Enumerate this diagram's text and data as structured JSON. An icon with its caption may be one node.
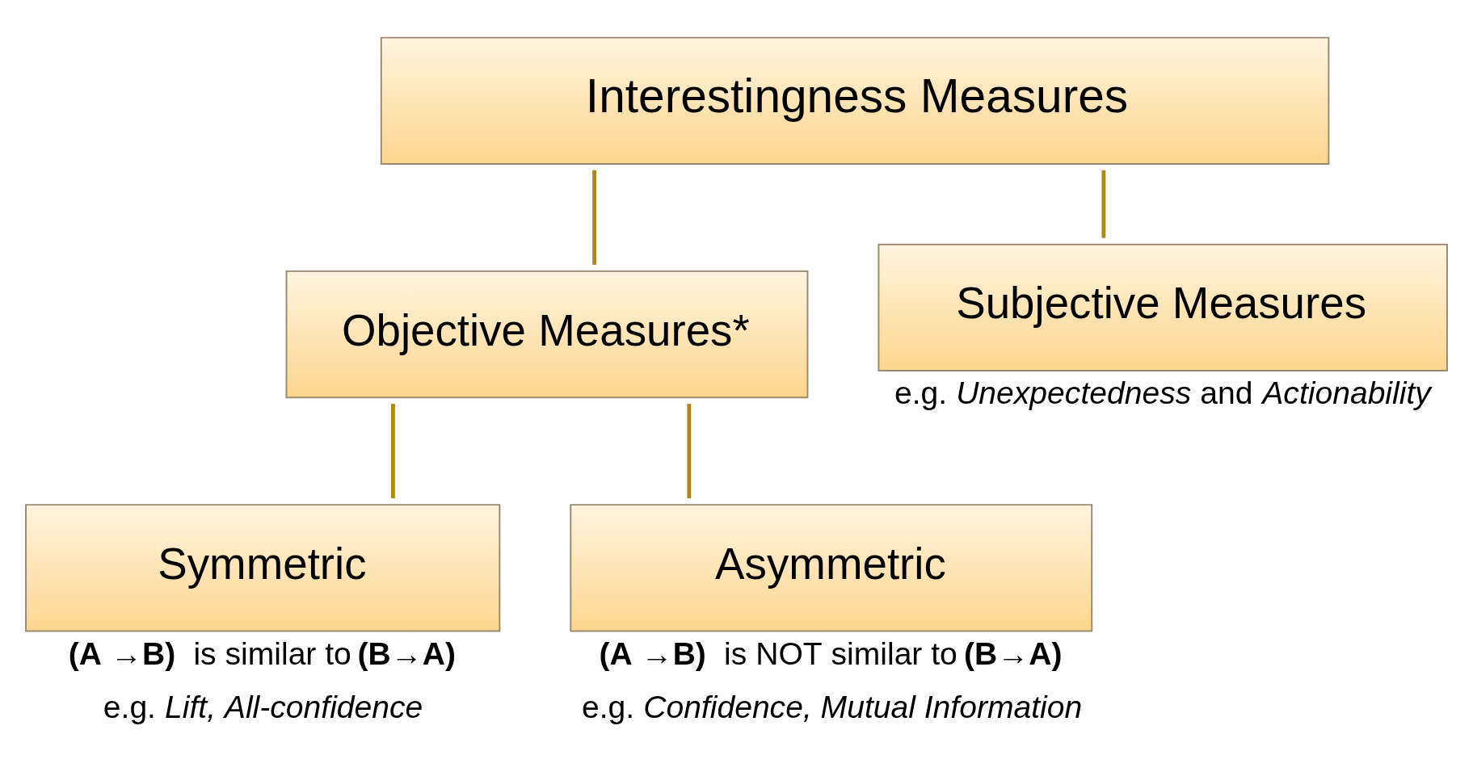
{
  "diagram": {
    "nodes": [
      {
        "text": [
          "Interestingness Measures"
        ]
      },
      {
        "text": [
          "Objective Measures*"
        ]
      },
      {
        "text": [
          "Subjective Measures"
        ],
        "beside": [
          "e.g. *Unexpectedness* and *Actionability*"
        ]
      },
      {
        "text": [
          "Symmetric"
        ],
        "beside": [
          "**(A →B)**  is similar to **(B→A)**",
          "e.g. *Lift, All-confidence*"
        ]
      },
      {
        "text": [
          "Asymmetric"
        ],
        "beside": [
          "**(A →B)**  is NOT similar to **(B→A)**",
          "e.g. *Confidence, Mutual Information*"
        ]
      }
    ],
    "edges": [
      {
        "from": 0,
        "to": 1,
        "arrow": "none"
      },
      {
        "from": 0,
        "to": 2,
        "arrow": "none"
      },
      {
        "from": 1,
        "to": 3,
        "arrow": "none"
      },
      {
        "from": 1,
        "to": 4,
        "arrow": "none"
      }
    ]
  }
}
